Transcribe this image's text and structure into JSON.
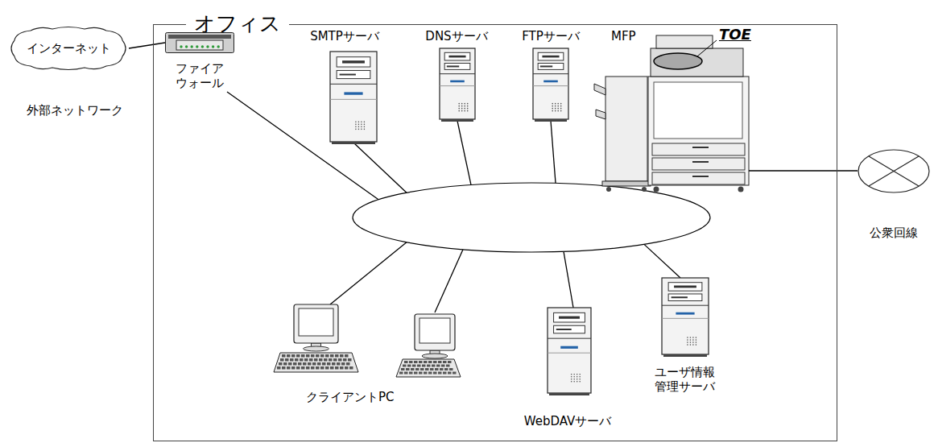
{
  "diagram": {
    "nodes": [
      {
        "text": [
          "オフィス"
        ]
      },
      {
        "text": [
          "インターネット"
        ]
      },
      {
        "text": [
          "ファイア ウォール"
        ],
        "in": 0
      },
      {
        "text": [
          "SMTPサーバ"
        ],
        "in": 0
      },
      {
        "text": [
          "DNSサーバ"
        ],
        "in": 0
      },
      {
        "text": [
          "FTPサーバ"
        ],
        "in": 0
      },
      {
        "text": [
          "MFP"
        ],
        "in": 0
      },
      {
        "text": [
          "クライアントPC"
        ],
        "in": 0
      },
      {
        "text": [
          "WebDAVサーバ"
        ],
        "in": 0
      },
      {
        "text": [
          "ユーザ情報 管理サーバ"
        ],
        "in": 0
      },
      {
        "text": [
          "公衆回線"
        ]
      }
    ],
    "edges": [
      {
        "from": 1,
        "to": 2,
        "arrow": "none"
      },
      {
        "from": 6,
        "to": 10,
        "arrow": "none"
      }
    ],
    "labels": [
      "外部ネットワーク",
      "TOE"
    ]
  }
}
